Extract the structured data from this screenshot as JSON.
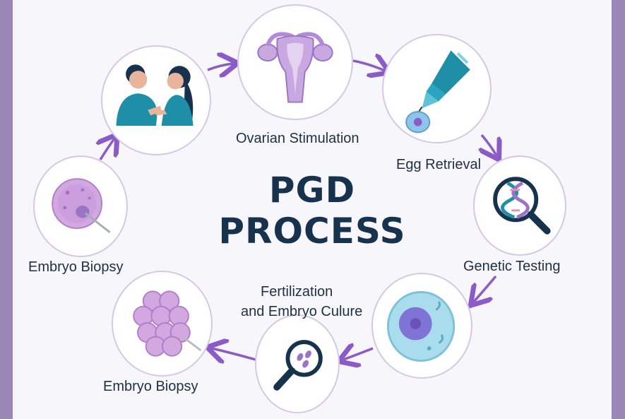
{
  "diagram": {
    "title_line1": "PGD",
    "title_line2": "PROCESS",
    "colors": {
      "accent": "#8b5cc8",
      "navy": "#17324d",
      "teal": "#1f8fa8",
      "lavender": "#c9a7e0",
      "border": "#d8c6e6"
    },
    "nodes": [
      {
        "icon": "consultation-icon",
        "label": ""
      },
      {
        "icon": "uterus-icon",
        "label": "Ovarian Stimulation"
      },
      {
        "icon": "egg-retrieval-icon",
        "label": "Egg Retrieval"
      },
      {
        "icon": "dna-magnifier-icon",
        "label": "Genetic Testing"
      },
      {
        "icon": "cell-icon",
        "label": ""
      },
      {
        "icon": "magnifier-icon",
        "label": ""
      },
      {
        "icon": "blastocyst-icon",
        "label": "Embryo Biopsy"
      },
      {
        "icon": "embryo-biopsy-icon",
        "label": "Embryo Biopsy"
      }
    ],
    "fertilization_label_line1": "Fertilization",
    "fertilization_label_line2": "and Embryo Culure"
  }
}
